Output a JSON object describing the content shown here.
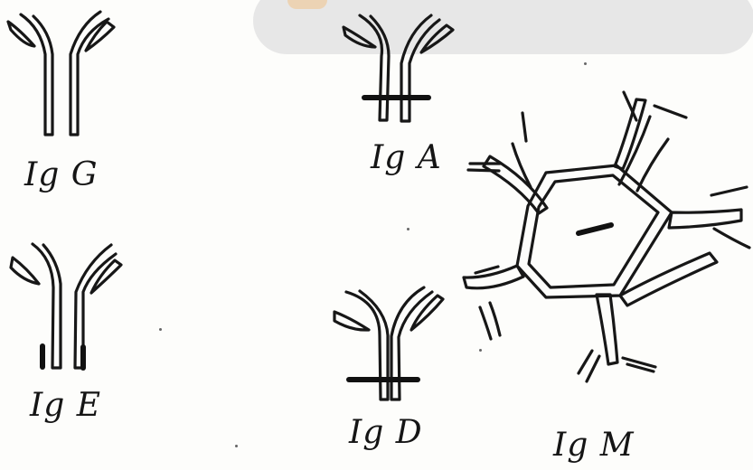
{
  "diagram": {
    "labels": {
      "igg": "Ig G",
      "iga": "Ig A",
      "ige": "Ig E",
      "igd": "Ig D",
      "igm": "Ig M"
    },
    "colors": {
      "ink": "#171717",
      "background": "#fdfdfb",
      "smudge": "#e5e5e5",
      "accent": "#f0c28b"
    }
  }
}
